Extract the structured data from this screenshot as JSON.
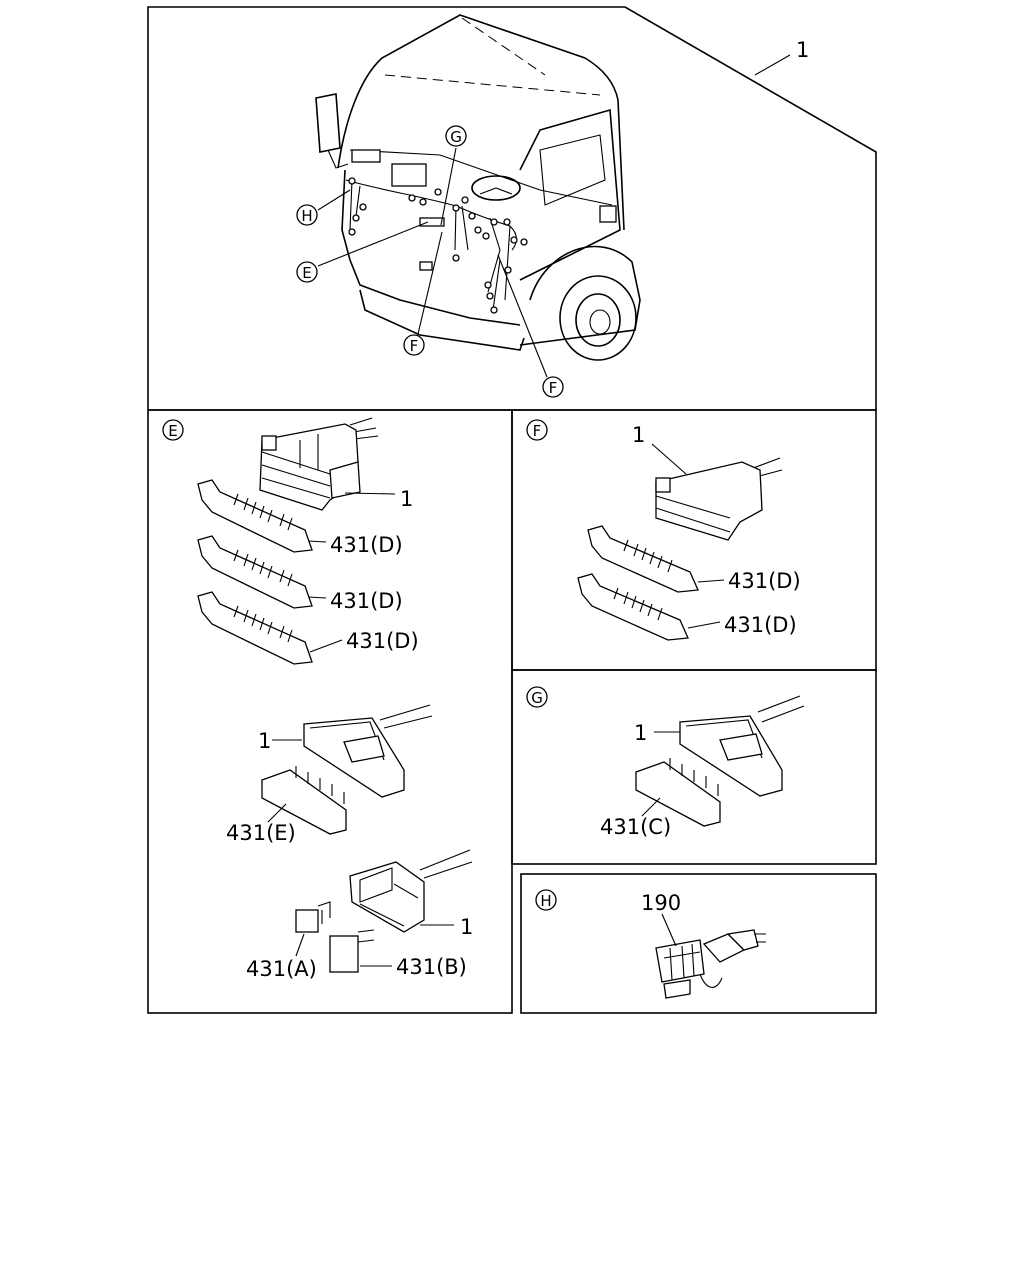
{
  "main_view": {
    "assembly_ref": "1",
    "callouts": {
      "g": "G",
      "h": "H",
      "e": "E",
      "f1": "F",
      "f2": "F"
    }
  },
  "panel_e": {
    "tag": "E",
    "labels": {
      "c1_ref": "1",
      "d1": "431(D)",
      "d2": "431(D)",
      "d3": "431(D)",
      "c2_ref": "1",
      "e": "431(E)",
      "c3_ref": "1",
      "a": "431(A)",
      "b": "431(B)"
    }
  },
  "panel_f": {
    "tag": "F",
    "labels": {
      "ref": "1",
      "d1": "431(D)",
      "d2": "431(D)"
    }
  },
  "panel_g": {
    "tag": "G",
    "labels": {
      "ref": "1",
      "c": "431(C)"
    }
  },
  "panel_h": {
    "tag": "H",
    "labels": {
      "ref": "190"
    }
  }
}
